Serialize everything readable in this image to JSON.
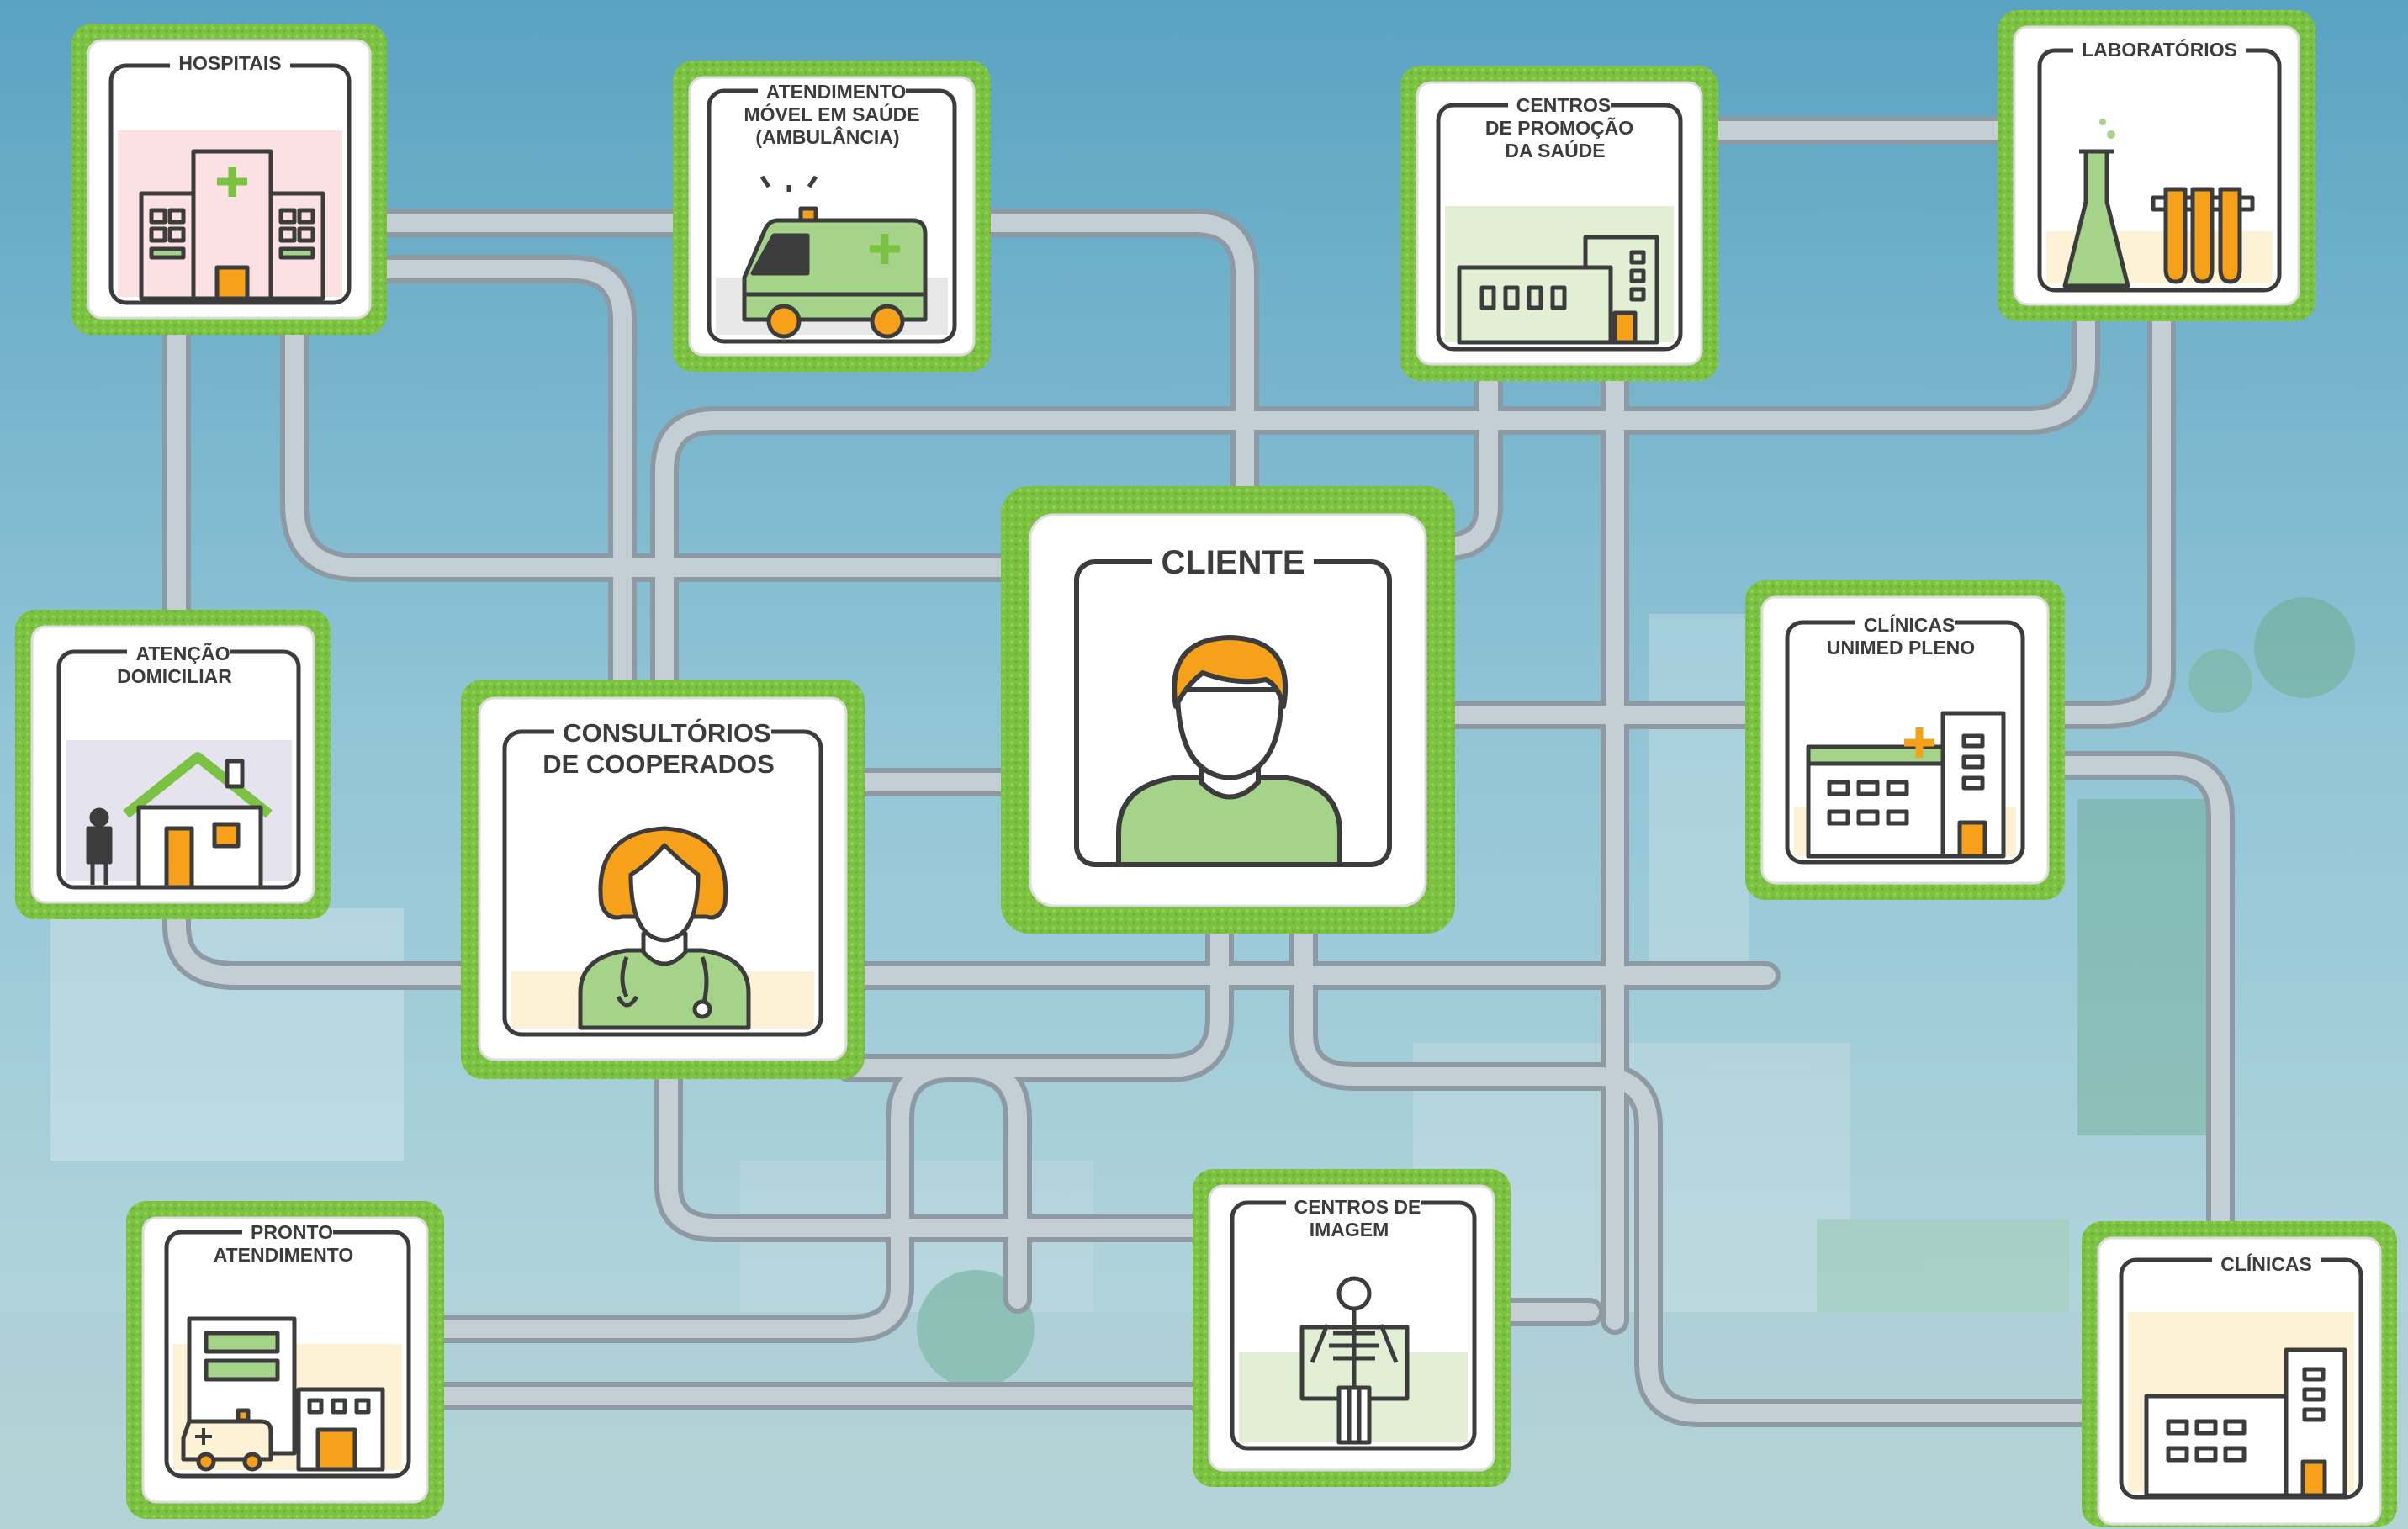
{
  "nodes": {
    "hospitais": {
      "label": "HOSPITAIS"
    },
    "atendimento_movel": {
      "label": "ATENDIMENTO\nMÓVEL EM SAÚDE\n(AMBULÂNCIA)"
    },
    "centros_promocao": {
      "label": "CENTROS\nDE PROMOÇÃO\nDA SAÚDE"
    },
    "laboratorios": {
      "label": "LABORATÓRIOS"
    },
    "atencao_domiciliar": {
      "label": "ATENÇÃO\nDOMICILIAR"
    },
    "consultorios": {
      "label": "CONSULTÓRIOS\nDE COOPERADOS"
    },
    "cliente": {
      "label": "CLIENTE"
    },
    "clinicas_unimed": {
      "label": "CLÍNICAS\nUNIMED PLENO"
    },
    "pronto_atendimento": {
      "label": "PRONTO\nATENDIMENTO"
    },
    "centros_imagem": {
      "label": "CENTROS DE\nIMAGEM"
    },
    "clinicas": {
      "label": "CLÍNICAS"
    }
  },
  "colors": {
    "frame_green": "#7cc242",
    "icon_green": "#a6d38a",
    "icon_orange": "#f7a11a",
    "road": "#b9c4cc",
    "outline": "#3c3c3c"
  }
}
